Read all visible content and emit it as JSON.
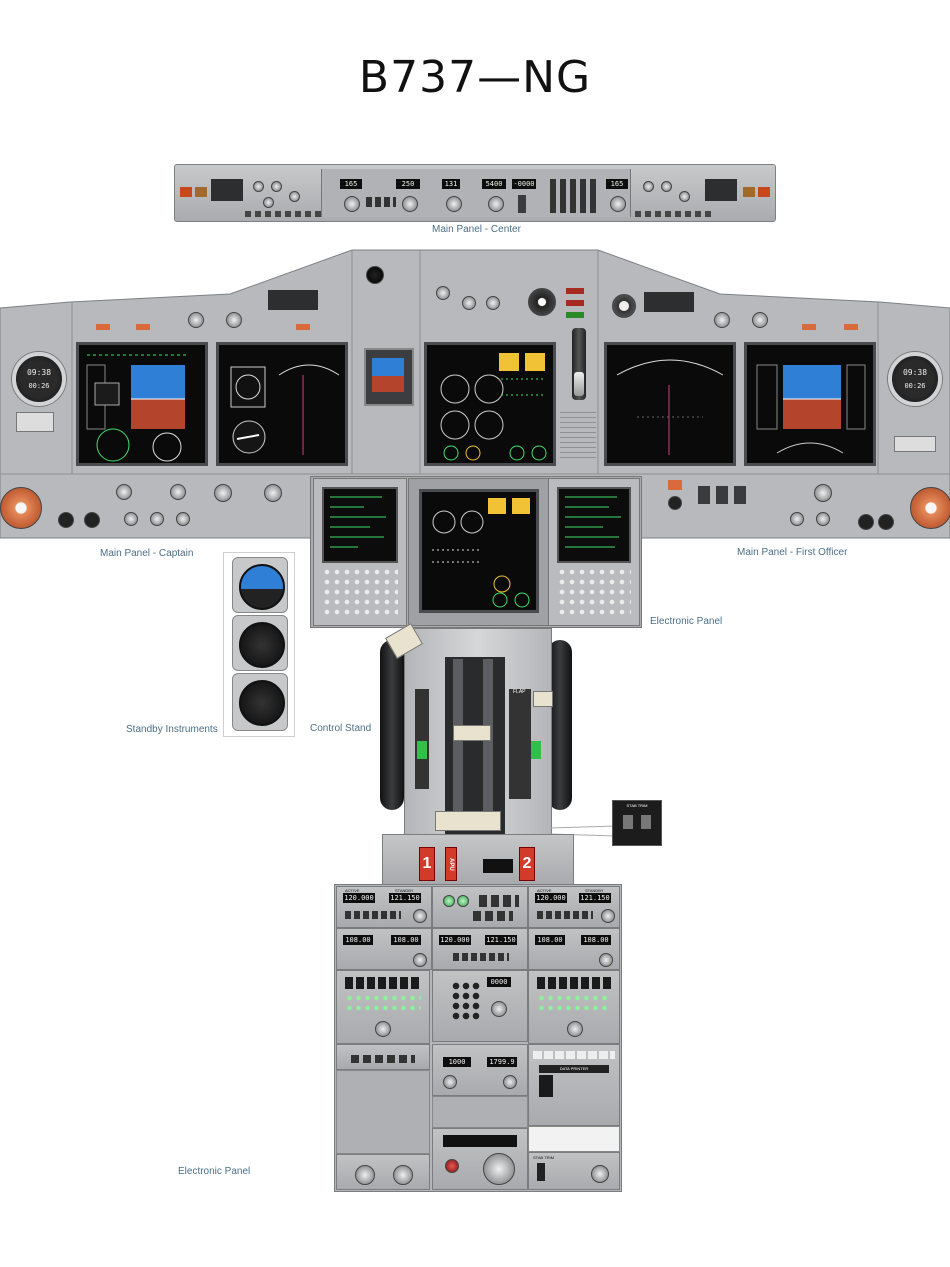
{
  "title": "B737—NG",
  "labels": {
    "main_panel_center": "Main Panel - Center",
    "main_panel_captain": "Main Panel - Captain",
    "main_panel_fo": "Main Panel - First Officer",
    "electronic_panel_upper": "Electronic Panel",
    "standby_instruments": "Standby Instruments",
    "control_stand": "Control Stand",
    "electronic_panel_lower": "Electronic Panel"
  },
  "mcp": {
    "course_left": "165",
    "ias_mach": "250",
    "heading": "131",
    "altitude": "5400",
    "vert_speed": "-0000",
    "course_right": "165"
  },
  "clocks": {
    "captain_time": "09:38",
    "captain_elapsed": "00:26",
    "fo_time": "09:38",
    "fo_elapsed": "00:26"
  },
  "radios": {
    "vhf1_active": "120.000",
    "vhf1_standby": "121.150",
    "vhf2_active": "120.000",
    "vhf2_standby": "121.150",
    "nav1_active": "108.00",
    "nav1_standby": "108.00",
    "com3_active": "120.000",
    "com3_standby": "121.150",
    "nav2_active": "108.00",
    "nav2_standby": "108.00",
    "adf1": "1000",
    "adf2": "1799.9",
    "xpdr": "0000",
    "active": "ACTIVE",
    "standby": "STANDBY"
  },
  "pedestal": {
    "fire1": "1",
    "fire2": "2",
    "apu": "APU",
    "data_printer": "DATA PRINTER",
    "stab_trim": "STAB TRIM",
    "flap": "FLAP"
  },
  "colors": {
    "panel_gray": "#b5b7ba",
    "label_blue": "#4b6f86",
    "display_green": "#41e06a",
    "sky_blue": "#2f7fd6",
    "ground_brown": "#b4442b",
    "fire_red": "#d33a2a",
    "warning_orange": "#d86a3c"
  }
}
